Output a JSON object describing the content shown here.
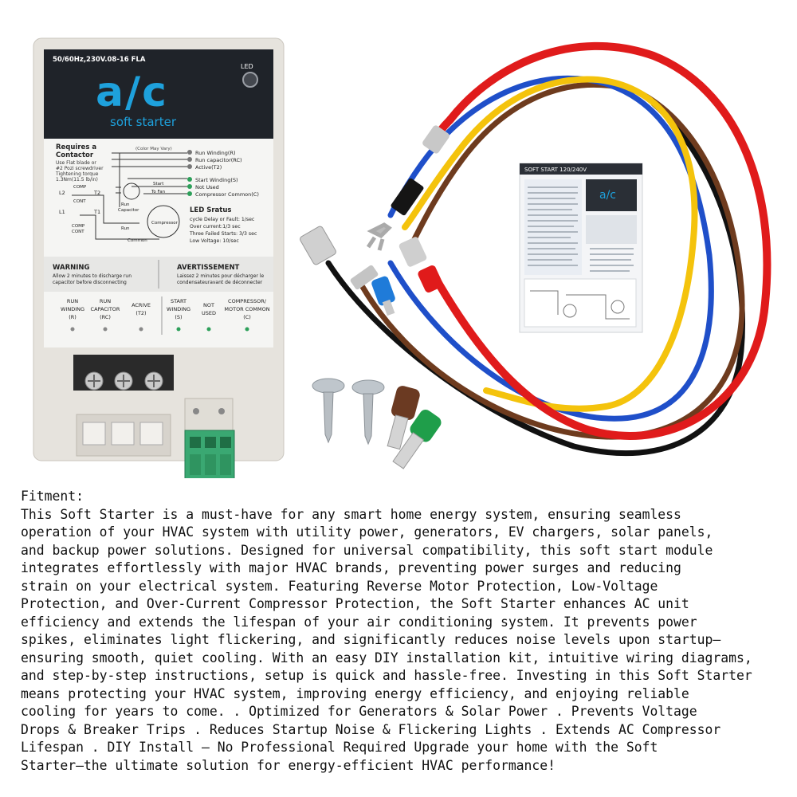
{
  "device": {
    "rating": "50/60Hz,230V.08-16 FLA",
    "led_label": "LED",
    "logo": "a/c",
    "subtitle": "soft starter",
    "requires_title_1": "Requires a",
    "requires_title_2": "Contactor",
    "requires_lines": [
      "Use Flat blade or",
      "#2 Pozi screwdriver",
      "Tightening torque",
      "1.3Nm(11.5 lb/in)"
    ],
    "color_note": "(Color May Vary)",
    "terminals": [
      "Run Winding(R)",
      "Run capacitor(RC)",
      "Active(T2)",
      "Start Winding(S)",
      "Not Used",
      "Compressor Common(C)"
    ],
    "diagram_labels": {
      "l2": "L2",
      "t2": "T2",
      "comp_cont_1": "COMP",
      "comp_cont_2": "CONT",
      "l1": "L1",
      "t1": "T1",
      "comp_cont_3": "COMP",
      "comp_cont_4": "CONT",
      "start": "Start",
      "to_fan": "To Fan",
      "run_capacitor_1": "Run",
      "run_capacitor_2": "Capacitor",
      "compressor": "Compressor",
      "run": "Run",
      "common": "Common"
    },
    "led_status_title": "LED Sratus",
    "led_status_lines": [
      "cycle Delay or Fault: 1/sec",
      "Over current:1/3 sec",
      "Three Failed Starts: 3/3 sec",
      "Low Voltage: 10/sec"
    ],
    "warning_title": "WARNING",
    "warning_lines": [
      "Allow 2 minutes to discharge run",
      "capacitor before disconnecting"
    ],
    "avert_title": "AVERTISSEMENT",
    "avert_lines": [
      "Laissez 2 minutes pour décharger le",
      "condensateuravant de déconnecter"
    ],
    "bottom_terminals": [
      {
        "l1": "RUN",
        "l2": "WINDING",
        "l3": "(R)"
      },
      {
        "l1": "RUN",
        "l2": "CAPACITOR",
        "l3": "(RC)"
      },
      {
        "l1": "ACRIVE",
        "l2": "(T2)",
        "l3": ""
      },
      {
        "l1": "START",
        "l2": "WINDING",
        "l3": "(S)"
      },
      {
        "l1": "NOT",
        "l2": "USED",
        "l3": ""
      },
      {
        "l1": "COMPRESSOR/",
        "l2": "MOTOR COMMON",
        "l3": "(C)"
      }
    ]
  },
  "manual": {
    "title": "SOFT START 120/240V"
  },
  "colors": {
    "housing": "#e6e3dd",
    "label_dark": "#1f2329",
    "logo_blue": "#1ea1dc",
    "wire_red": "#e01b1b",
    "wire_yellow": "#f4c30c",
    "wire_blue": "#1f4fc9",
    "wire_brown": "#6e3b1e",
    "wire_black": "#111111",
    "terminal_green": "#3aa872"
  },
  "description": {
    "lines": [
      "Fitment:",
      "This Soft Starter is a must-have for any smart home energy system, ensuring seamless",
      "operation of your HVAC system with utility power, generators, EV chargers, solar panels,",
      "and backup power solutions.  Designed for universal compatibility, this soft start module",
      "integrates effortlessly with major HVAC brands, preventing power surges and reducing",
      "strain on your electrical system.  Featuring Reverse Motor Protection, Low-Voltage",
      "Protection, and Over-Current Compressor Protection, the Soft Starter enhances AC unit",
      "efficiency and extends the lifespan of your air conditioning system.  It prevents power",
      "spikes, eliminates light flickering, and significantly reduces noise levels upon startup—",
      "ensuring smooth, quiet cooling.  With an easy DIY installation kit, intuitive wiring diagrams,",
      "and step-by-step instructions, setup is quick and hassle-free.  Investing in this Soft Starter",
      "means protecting your HVAC system, improving energy efficiency, and enjoying reliable",
      "cooling for years to come. .  Optimized for Generators & Solar Power .  Prevents Voltage",
      "Drops & Breaker Trips .  Reduces Startup Noise & Flickering Lights .  Extends AC Compressor",
      "Lifespan .  DIY Install  –  No Professional Required Upgrade your home with the Soft",
      "Starter—the ultimate solution for energy-efficient HVAC performance!"
    ]
  }
}
